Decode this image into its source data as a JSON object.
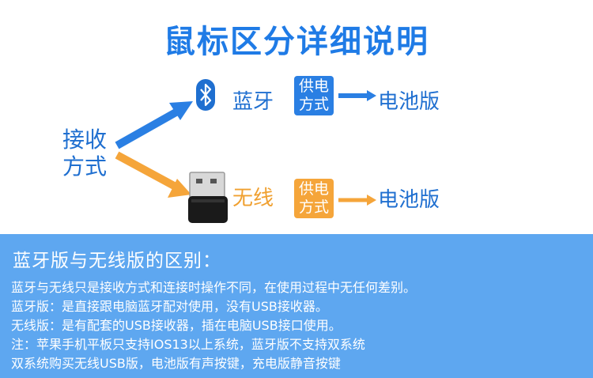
{
  "title": "鼠标区分详细说明",
  "diagram": {
    "receive_label_line1": "接收",
    "receive_label_line2": "方式",
    "bluetooth": {
      "label": "蓝牙",
      "box_line1": "供电",
      "box_line2": "方式",
      "result": "电池版"
    },
    "wireless": {
      "label": "无线",
      "box_line1": "供电",
      "box_line2": "方式",
      "result": "电池版"
    },
    "icons": [
      "bluetooth-icon",
      "usb-receiver-icon",
      "arrow-right-icon"
    ],
    "colors": {
      "blue": "#1f7be6",
      "orange": "#f5a53a",
      "panel": "#5ea7f0"
    }
  },
  "panel": {
    "title": "蓝牙版与无线版的区别：",
    "lines": [
      "蓝牙与无线只是接收方式和连接时操作不同，在使用过程中无任何差别。",
      "蓝牙版：是直接跟电脑蓝牙配对使用，没有USB接收器。",
      "无线版：是有配套的USB接收器，插在电脑USB接口使用。",
      "注：苹果手机平板只支持IOS13以上系统，蓝牙版不支持双系统",
      "双系统购买无线USB版，电池版有声按键，充电版静音按键"
    ]
  }
}
